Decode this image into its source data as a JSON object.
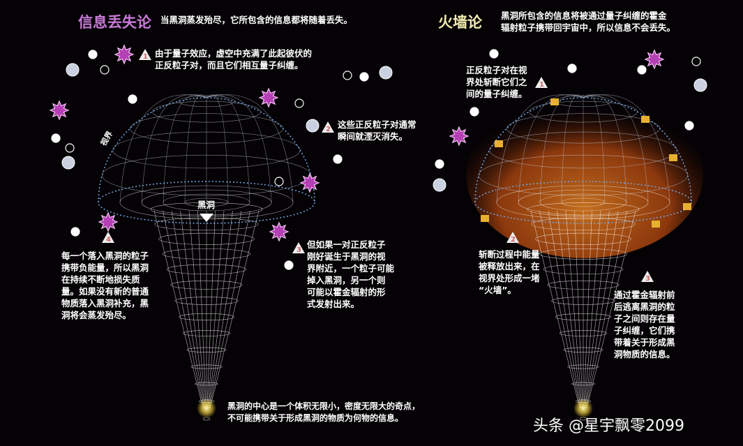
{
  "left": {
    "title": "信息丢失论",
    "subtitle": "当黑洞蒸发殆尽，它所包含的信息都将随着丢失。",
    "step1": "由于量子效应，虚空中充满了此起彼伏的\n正反粒子对，而且它们相互量子纠缠。",
    "step2": "这些正反粒子对通常\n瞬间就湮灭消失。",
    "step3": "但如果一对正反粒子\n刚好诞生于黑洞的视\n界附近，一个粒子可能\n掉入黑洞，另一个则\n可能以霍金辐射的形\n式发射出来。",
    "step4": "每一个落入黑洞的粒子\n携带负能量，所以黑洞\n在持续不断地损失质\n量。如果没有新的普通\n物质落入黑洞补充，黑\n洞将会蒸发殆尽。",
    "horizon_label": "视界",
    "blackhole_label": "黑洞",
    "singularity": "黑洞的中心是一个体积无限小，密度无限大的奇点，\n不可能携带关于形成黑洞的物质为何物的信息。",
    "numbers": [
      "1",
      "2",
      "3",
      "4"
    ]
  },
  "right": {
    "title": "火墙论",
    "subtitle": "黑洞所包含的信息将被通过量子纠缠的霍金\n辐射粒子携带回宇宙中，所以信息不会丢失。",
    "step1": "正反粒子对在视\n界处斩断它们之\n间的量子纠缠。",
    "step2": "斩断过程中能量\n被释放出来，在\n视界处形成一堵\n“火墙”。",
    "step3": "通过霍金辐射前\n后逃离黑洞的粒\n子之间则存在量\n子纠缠，它们携\n带着关于形成黑\n洞物质的信息。",
    "numbers": [
      "1",
      "2",
      "3"
    ]
  },
  "watermark": "头条 @星宇飘零2099",
  "colors": {
    "left_title": "#c77bd6",
    "right_title": "#f3ecb0",
    "particle": "#b53fb5",
    "firewall": "#e0902a",
    "background": "#050205"
  }
}
